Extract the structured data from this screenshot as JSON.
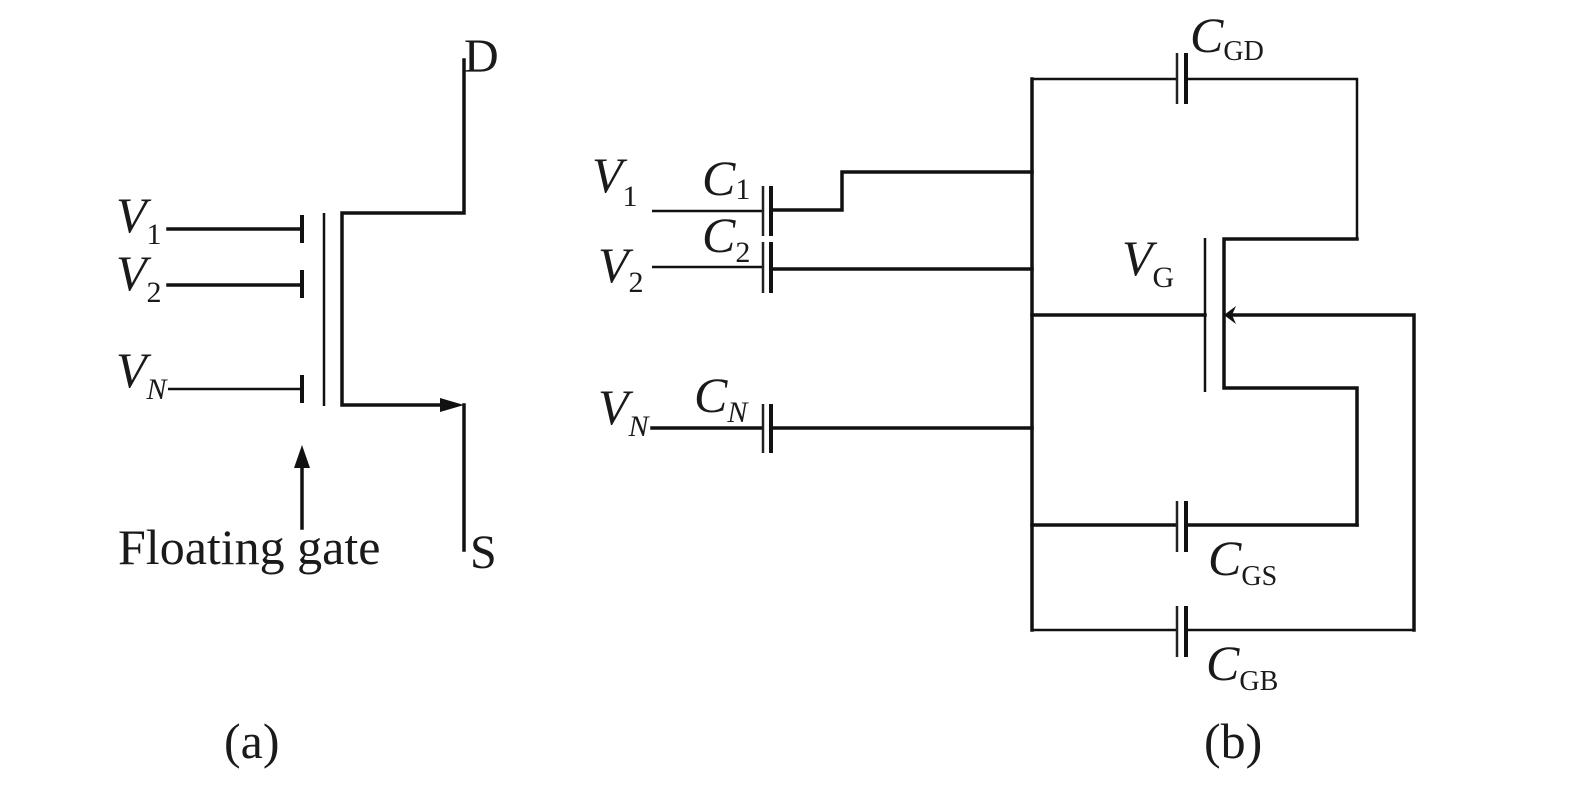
{
  "figure": {
    "panel_a": {
      "caption": "(a)",
      "inputs": [
        {
          "var": "V",
          "sub": "1"
        },
        {
          "var": "V",
          "sub": "2"
        },
        {
          "var": "V",
          "sub": "N"
        }
      ],
      "drain_label": "D",
      "source_label": "S",
      "annotation": "Floating gate"
    },
    "panel_b": {
      "caption": "(b)",
      "inputs": [
        {
          "var": "V",
          "sub": "1"
        },
        {
          "var": "V",
          "sub": "2"
        },
        {
          "var": "V",
          "sub": "N"
        }
      ],
      "capacitors": [
        {
          "var": "C",
          "sub": "1"
        },
        {
          "var": "C",
          "sub": "2"
        },
        {
          "var": "C",
          "sub": "N"
        }
      ],
      "parasitics": [
        {
          "var": "C",
          "sub": "GD"
        },
        {
          "var": "C",
          "sub": "GS"
        },
        {
          "var": "C",
          "sub": "GB"
        }
      ],
      "gate_node": {
        "var": "V",
        "sub": "G"
      }
    }
  }
}
